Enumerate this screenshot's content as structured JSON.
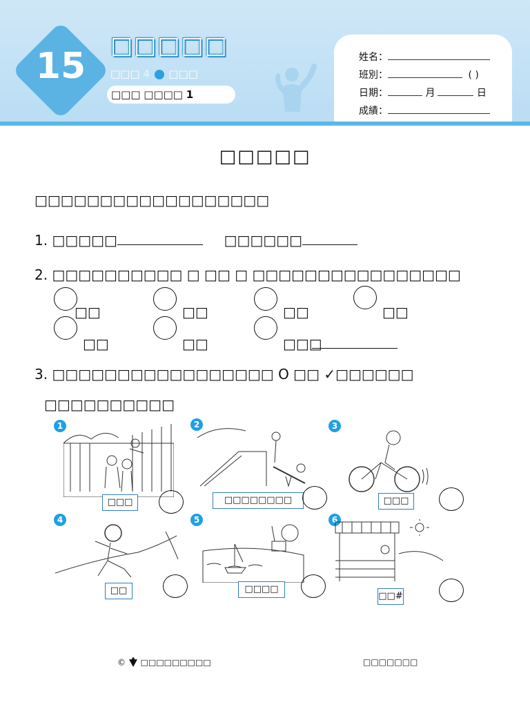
{
  "header": {
    "number": "15",
    "title": "□□□□□",
    "sub_left": "□□□",
    "sub_num": "4",
    "sub_right": "□□□",
    "lesson_text": "□□□ □□□□",
    "lesson_num": "1"
  },
  "info": {
    "name_label": "姓名：",
    "class_label": "班別：",
    "class_paren": "(     )",
    "date_label": "日期：",
    "month": "月",
    "day": "日",
    "score_label": "成績："
  },
  "page_title": "□□□□□",
  "instruction": "□□□□□□□□□□□□□□□□□□",
  "q1": {
    "num": "1.",
    "part_a": "□□□□□",
    "part_b": "□□□□□□"
  },
  "q2": {
    "num": "2.",
    "text_a": "□□□□□□□□□□",
    "text_b": "□",
    "text_c": "□□",
    "text_d": "□",
    "text_e": "□□□□□□□□□□□□□□□□",
    "options": [
      "□□",
      "□□",
      "□□",
      "□□",
      "□□",
      "□□",
      "□□□"
    ]
  },
  "q3": {
    "num": "3.",
    "text_a": "□□□□□□□□□□□□□□□□□",
    "circle_symbol": "O",
    "text_b": "□□",
    "check_symbol": "✓",
    "text_c": "□□□□□□",
    "line2": "□□□□□□□□□□"
  },
  "pictures": [
    {
      "num": "1",
      "caption": "□□□"
    },
    {
      "num": "2",
      "caption": "□□□□□□□□"
    },
    {
      "num": "3",
      "caption": "□□□"
    },
    {
      "num": "4",
      "caption": "□□"
    },
    {
      "num": "5",
      "caption": "□□□□"
    },
    {
      "num": "6",
      "caption": "□□#"
    }
  ],
  "footer": {
    "copyright": "©",
    "publisher": "□□□□□□□□□",
    "right_text": "□□□□□□□"
  },
  "colors": {
    "header_bg": "#cfe7f7",
    "accent": "#5ab3e3",
    "badge": "#1fa0e6",
    "caption_border": "#2d7dc4"
  }
}
